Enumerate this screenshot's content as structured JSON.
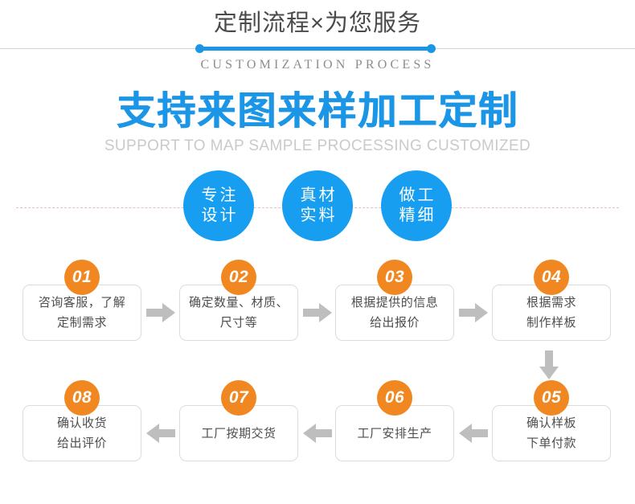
{
  "header": {
    "title": "定制流程×为您服务",
    "subtitle": "CUSTOMIZATION PROCESS",
    "accent_color": "#1b96e6",
    "rule_color": "#d6d6d6"
  },
  "headline": {
    "text": "支持来图来样加工定制",
    "subtext": "SUPPORT TO MAP SAMPLE PROCESSING CUSTOMIZED",
    "color": "#1b96e6",
    "subtext_color": "#cacaca"
  },
  "features": {
    "circle_color": "#189ef0",
    "dashed_line_color": "#e9bcc3",
    "items": [
      {
        "line1": "专注",
        "line2": "设计"
      },
      {
        "line1": "真材",
        "line2": "实料"
      },
      {
        "line1": "做工",
        "line2": "精细"
      }
    ]
  },
  "process": {
    "badge_color": "#f18721",
    "box_border_color": "#dcdcdc",
    "arrow_color": "#bebebe",
    "steps": [
      {
        "number": "01",
        "line1": "咨询客服，了解",
        "line2": "定制需求"
      },
      {
        "number": "02",
        "line1": "确定数量、材质、",
        "line2": "尺寸等"
      },
      {
        "number": "03",
        "line1": "根据提供的信息",
        "line2": "给出报价"
      },
      {
        "number": "04",
        "line1": "根据需求",
        "line2": "制作样板"
      },
      {
        "number": "05",
        "line1": "确认样板",
        "line2": "下单付款"
      },
      {
        "number": "06",
        "line1": "工厂安排生产",
        "line2": ""
      },
      {
        "number": "07",
        "line1": "工厂按期交货",
        "line2": ""
      },
      {
        "number": "08",
        "line1": "确认收货",
        "line2": "给出评价"
      }
    ]
  }
}
